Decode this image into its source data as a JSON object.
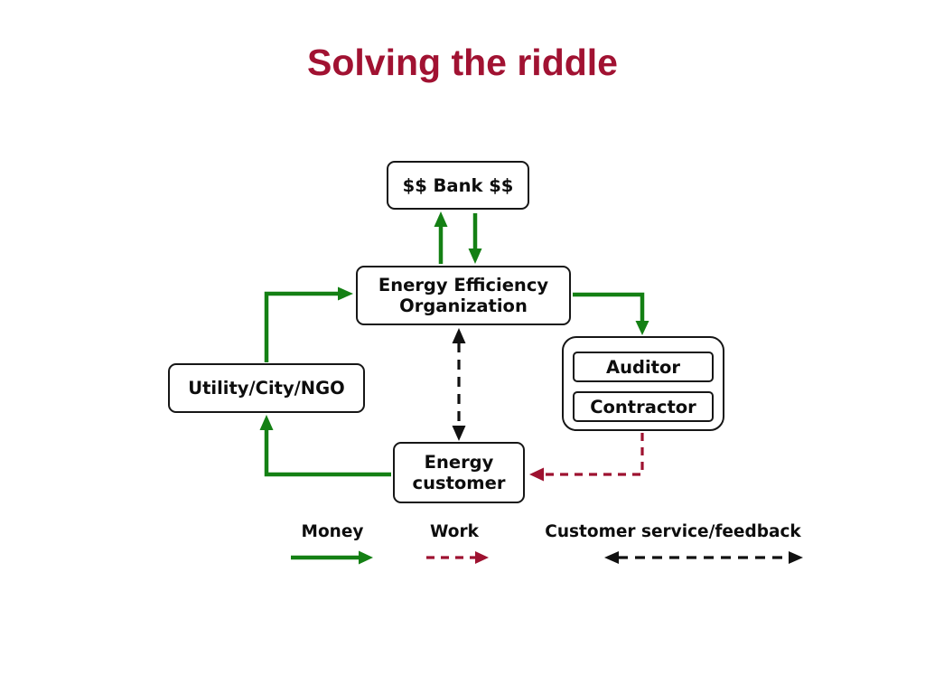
{
  "slide": {
    "title": "Solving the riddle"
  },
  "colors": {
    "title": "#A11232",
    "money_green": "#148014",
    "work_crimson": "#9E1230",
    "feedback_black": "#111111"
  },
  "nodes": {
    "bank": {
      "label": "$$ Bank $$"
    },
    "eeo": {
      "line1": "Energy Efficiency",
      "line2": "Organization"
    },
    "utility": {
      "label": "Utility/City/NGO"
    },
    "auditor": {
      "label": "Auditor"
    },
    "contractor": {
      "label": "Contractor"
    },
    "customer": {
      "line1": "Energy",
      "line2": "customer"
    }
  },
  "legend": {
    "money": {
      "label": "Money"
    },
    "work": {
      "label": "Work"
    },
    "feedback": {
      "label": "Customer service/feedback"
    }
  }
}
